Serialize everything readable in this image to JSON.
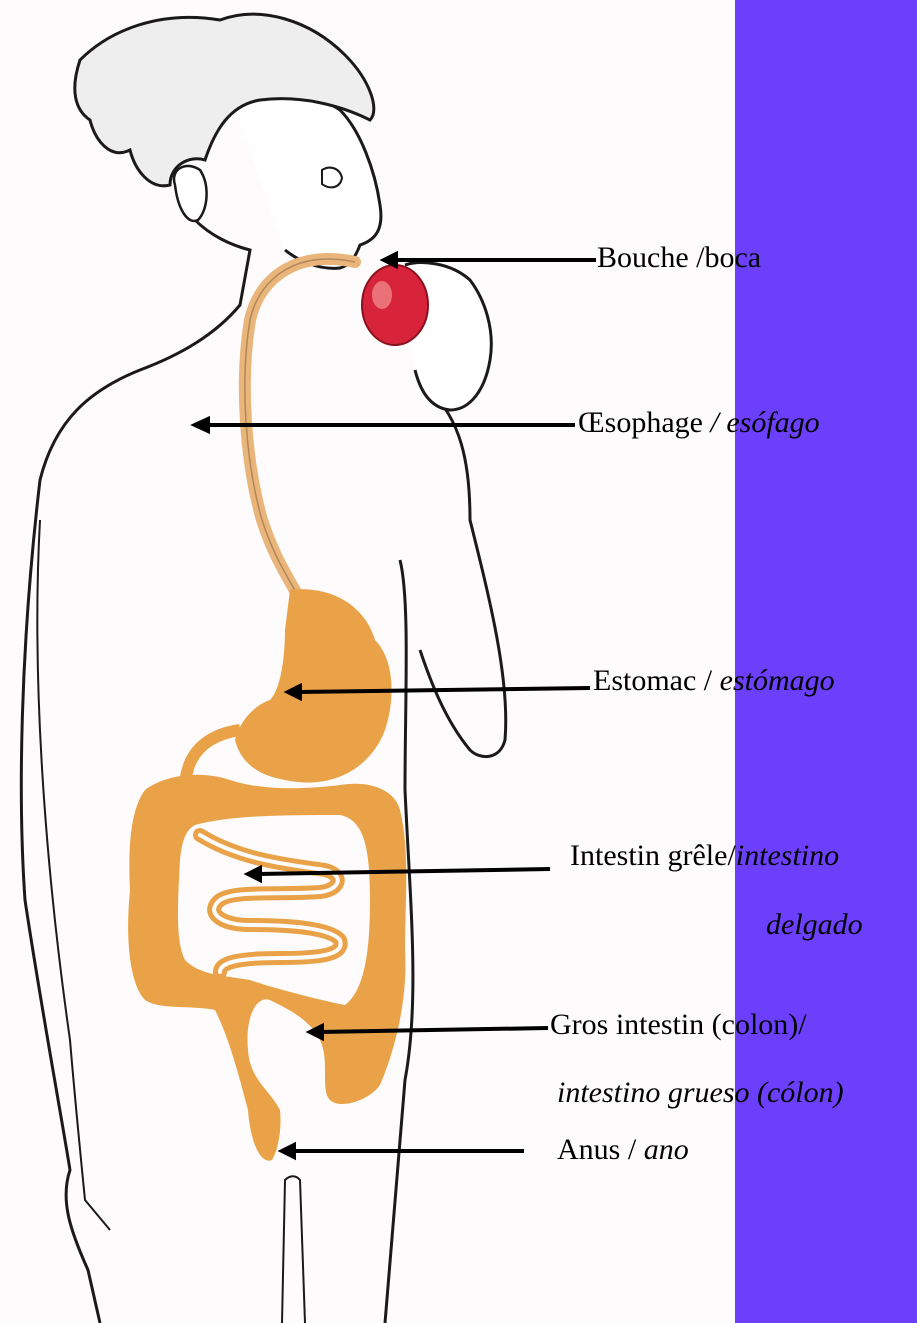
{
  "colors": {
    "background": "#fdfbfb",
    "side_band": "#6b3ffc",
    "organ": "#e9a248",
    "organ_light": "#f2c189",
    "outline": "#1a1a1a",
    "hair": "#eeeeee",
    "apple": "#d8243a"
  },
  "labels": {
    "mouth": {
      "fr": "Bouche /",
      "es": "boca"
    },
    "esophagus": {
      "fr": "Œsophage",
      "sep": " / ",
      "es": "esófago"
    },
    "stomach": {
      "fr": "Estomac / ",
      "es": "estómago"
    },
    "small_intestine": {
      "fr": "Intestin grêle/",
      "es": "intestino",
      "es2": "delgado"
    },
    "large_intestine": {
      "fr": "Gros intestin (colon)/",
      "es": "intestino grueso (cólon)"
    },
    "anus": {
      "fr": "Anus / ",
      "es": "ano"
    }
  }
}
